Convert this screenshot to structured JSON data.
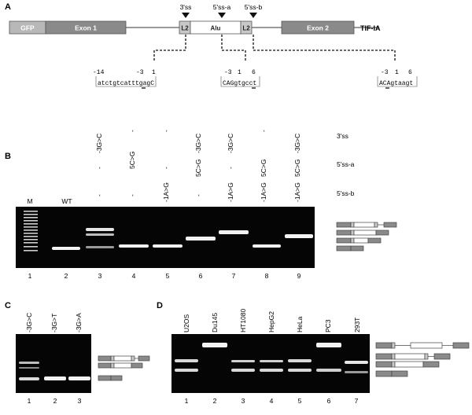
{
  "panels": {
    "A": {
      "letter": "A",
      "gene": "TIF-IA",
      "blocks": {
        "gfp": "GFP",
        "exon1": "Exon 1",
        "l2_left": "L2",
        "alu": "Alu",
        "l2_right": "L2",
        "exon2": "Exon 2"
      },
      "sites": [
        "3'ss",
        "5'ss-a",
        "5'ss-b"
      ],
      "seq1": {
        "nums": [
          "-14",
          "-3",
          "1"
        ],
        "seq": "atctgtcatttgagC"
      },
      "seq2": {
        "nums": [
          "-3",
          "1",
          "6"
        ],
        "seq": "CAGgtgcct"
      },
      "seq3": {
        "nums": [
          "-3",
          "1",
          "6"
        ],
        "seq": "ACAgtaagt"
      }
    },
    "B": {
      "letter": "B",
      "row_labels": [
        "3'ss",
        "5'ss-a",
        "5'ss-b"
      ],
      "marker_label": "M",
      "wt_label": "WT",
      "lanes": [
        {
          "num": "1",
          "r1": "",
          "r2": "",
          "r3": ""
        },
        {
          "num": "2",
          "r1": "",
          "r2": "",
          "r3": ""
        },
        {
          "num": "3",
          "r1": "-3G>C",
          "r2": "-",
          "r3": "-"
        },
        {
          "num": "4",
          "r1": "-",
          "r2": "5C>G",
          "r3": "-"
        },
        {
          "num": "5",
          "r1": "-",
          "r2": "-",
          "r3": "-1A>G"
        },
        {
          "num": "6",
          "r1": "-3G>C",
          "r2": "5C>G",
          "r3": "-"
        },
        {
          "num": "7",
          "r1": "-3G>C",
          "r2": "-",
          "r3": "-1A>G"
        },
        {
          "num": "8",
          "r1": "-",
          "r2": "5C>G",
          "r3": "-1A>G"
        },
        {
          "num": "9",
          "r1": "-3G>C",
          "r2": "5C>G",
          "r3": "-1A>G"
        }
      ]
    },
    "C": {
      "letter": "C",
      "lanes": [
        {
          "num": "1",
          "label": "-3G>C"
        },
        {
          "num": "2",
          "label": "-3G>T"
        },
        {
          "num": "3",
          "label": "-3G>A"
        }
      ]
    },
    "D": {
      "letter": "D",
      "lanes": [
        {
          "num": "1",
          "label": "U2OS"
        },
        {
          "num": "2",
          "label": "Du145"
        },
        {
          "num": "3",
          "label": "HT1080"
        },
        {
          "num": "4",
          "label": "HepG2"
        },
        {
          "num": "5",
          "label": "HeLa"
        },
        {
          "num": "6",
          "label": "PC3"
        },
        {
          "num": "7",
          "label": "293T"
        }
      ]
    }
  },
  "colors": {
    "gel": "#050505",
    "band": "#f2f2f2",
    "exon_grey": "#8a8a8a",
    "gfp_grey": "#b8b8b8",
    "l2_grey": "#c8c8c8"
  }
}
